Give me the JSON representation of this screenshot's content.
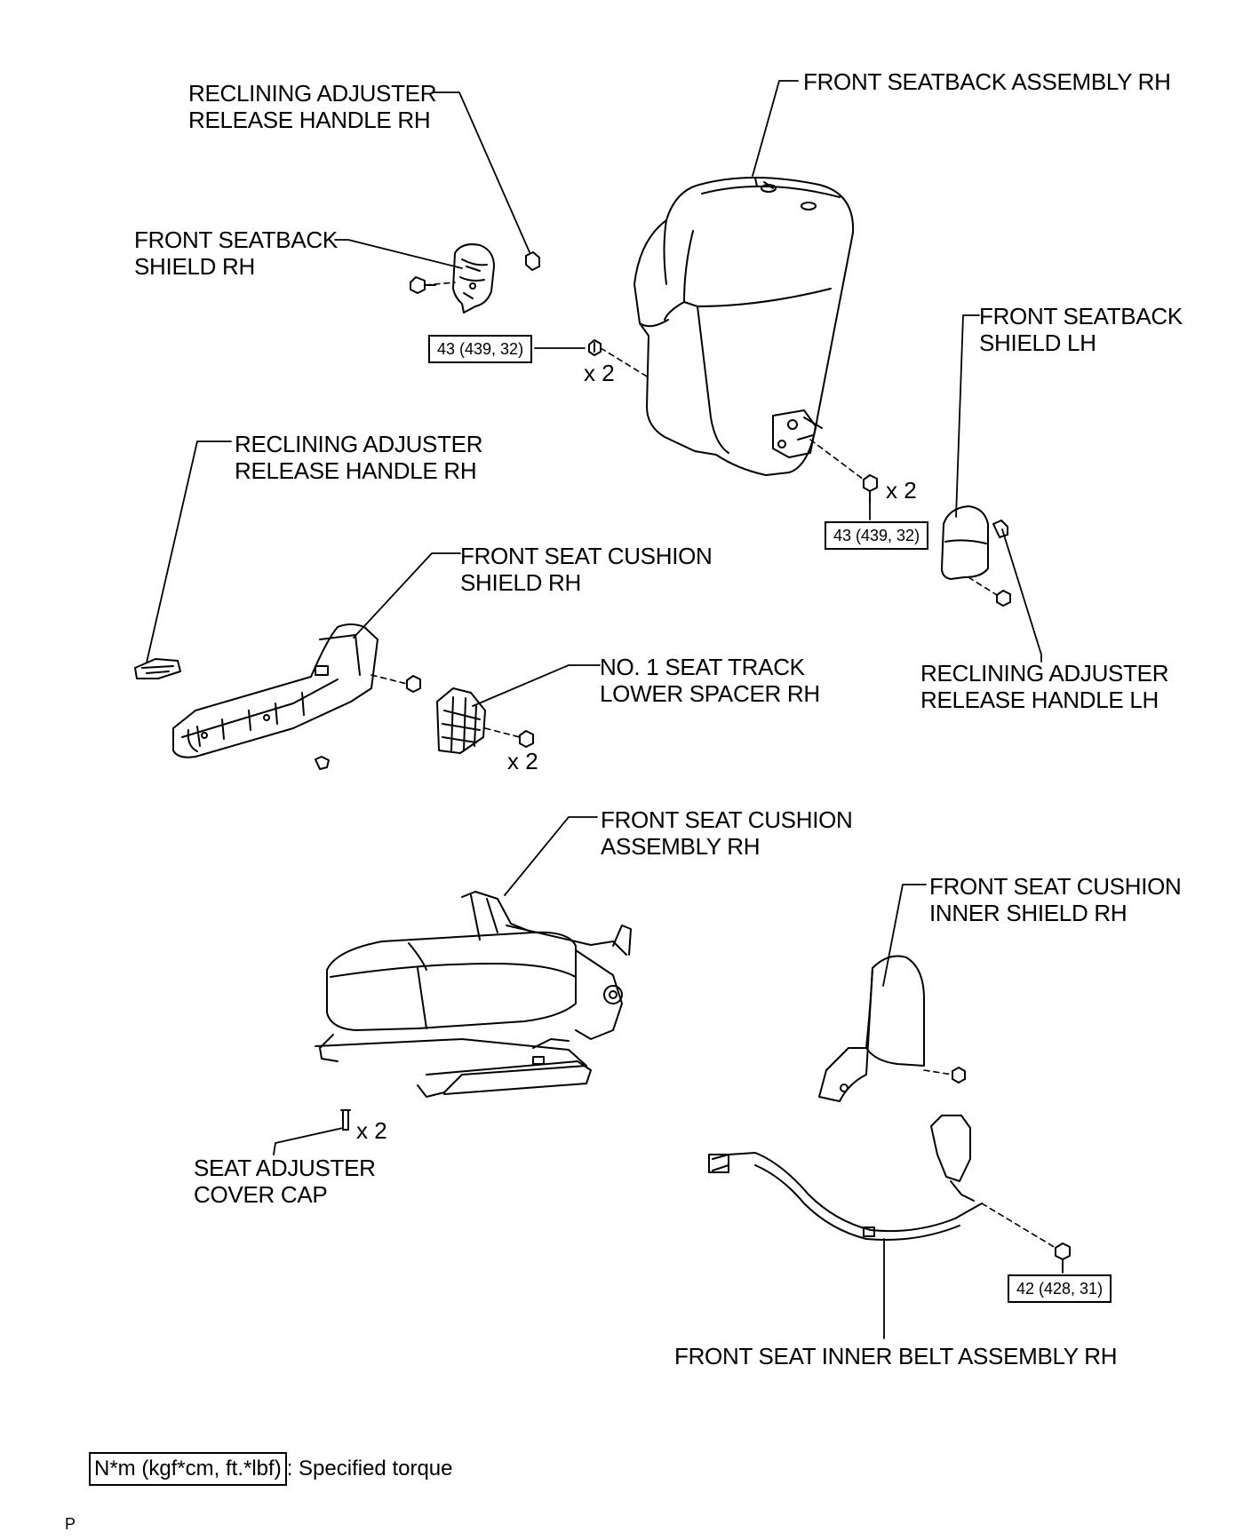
{
  "labels": {
    "recl_rh_top_1": "RECLINING ADJUSTER",
    "recl_rh_top_2": "RELEASE HANDLE RH",
    "seatback_assy": "FRONT SEATBACK ASSEMBLY RH",
    "seatback_shield_rh_1": "FRONT SEATBACK",
    "seatback_shield_rh_2": "SHIELD RH",
    "seatback_shield_lh_1": "FRONT SEATBACK",
    "seatback_shield_lh_2": "SHIELD LH",
    "recl_rh_mid_1": "RECLINING ADJUSTER",
    "recl_rh_mid_2": "RELEASE HANDLE RH",
    "cushion_shield_1": "FRONT SEAT CUSHION",
    "cushion_shield_2": "SHIELD RH",
    "spacer_1": "NO. 1 SEAT TRACK",
    "spacer_2": "LOWER SPACER RH",
    "recl_lh_1": "RECLINING ADJUSTER",
    "recl_lh_2": "RELEASE HANDLE LH",
    "cushion_assy_1": "FRONT SEAT CUSHION",
    "cushion_assy_2": "ASSEMBLY RH",
    "inner_shield_1": "FRONT SEAT CUSHION",
    "inner_shield_2": "INNER SHIELD RH",
    "cover_cap_1": "SEAT ADJUSTER",
    "cover_cap_2": "COVER CAP",
    "inner_belt": "FRONT SEAT INNER BELT ASSEMBLY RH"
  },
  "torques": {
    "seatback_left": "43 (439, 32)",
    "seatback_right": "43 (439, 32)",
    "belt": "42 (428, 31)"
  },
  "quantities": {
    "seatback_left": "x 2",
    "seatback_right": "x 2",
    "spacer": "x 2",
    "cover_cap": "x 2"
  },
  "legend": {
    "unit_box": "N*m (kgf*cm, ft.*lbf)",
    "suffix": ": Specified torque"
  },
  "page_marker": "P"
}
